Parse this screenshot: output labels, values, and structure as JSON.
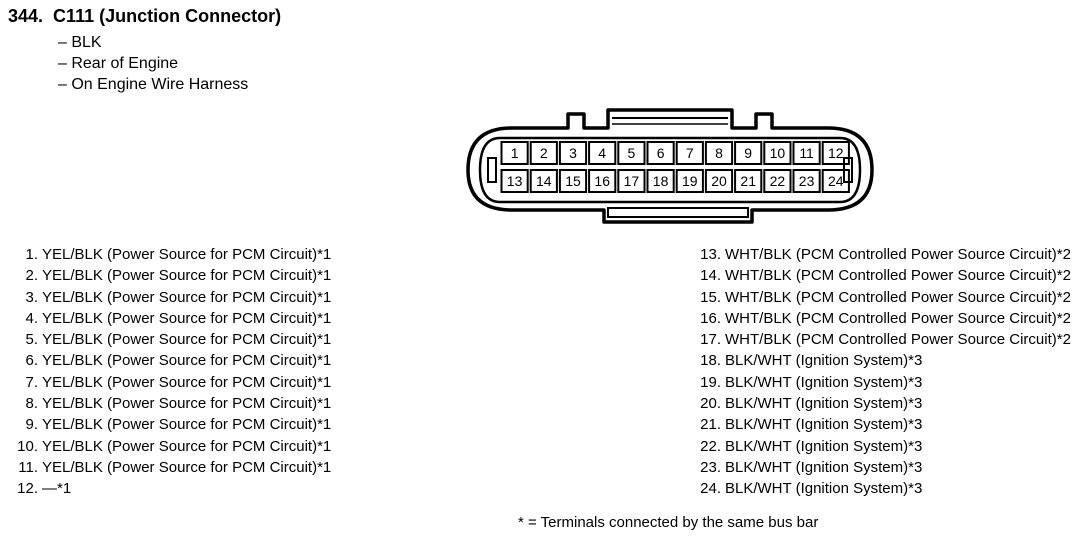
{
  "header": {
    "number": "344.",
    "connector": "C111 (Junction Connector)"
  },
  "details": [
    "– BLK",
    "– Rear of Engine",
    "– On Engine Wire Harness"
  ],
  "connector": {
    "top_row": [
      "1",
      "2",
      "3",
      "4",
      "5",
      "6",
      "7",
      "8",
      "9",
      "10",
      "11",
      "12"
    ],
    "bottom_row": [
      "13",
      "14",
      "15",
      "16",
      "17",
      "18",
      "19",
      "20",
      "21",
      "22",
      "23",
      "24"
    ]
  },
  "pins_left": [
    {
      "num": "1.",
      "desc": "YEL/BLK (Power Source for PCM Circuit)*1"
    },
    {
      "num": "2.",
      "desc": "YEL/BLK (Power Source for PCM Circuit)*1"
    },
    {
      "num": "3.",
      "desc": "YEL/BLK (Power Source for PCM Circuit)*1"
    },
    {
      "num": "4.",
      "desc": "YEL/BLK (Power Source for PCM Circuit)*1"
    },
    {
      "num": "5.",
      "desc": "YEL/BLK (Power Source for PCM Circuit)*1"
    },
    {
      "num": "6.",
      "desc": "YEL/BLK (Power Source for PCM Circuit)*1"
    },
    {
      "num": "7.",
      "desc": "YEL/BLK (Power Source for PCM Circuit)*1"
    },
    {
      "num": "8.",
      "desc": "YEL/BLK (Power Source for PCM Circuit)*1"
    },
    {
      "num": "9.",
      "desc": "YEL/BLK (Power Source for PCM Circuit)*1"
    },
    {
      "num": "10.",
      "desc": "YEL/BLK (Power Source for PCM Circuit)*1"
    },
    {
      "num": "11.",
      "desc": "YEL/BLK (Power Source for PCM Circuit)*1"
    },
    {
      "num": "12.",
      "desc": "—*1"
    }
  ],
  "pins_right": [
    {
      "num": "13.",
      "desc": "WHT/BLK (PCM Controlled Power Source Circuit)*2"
    },
    {
      "num": "14.",
      "desc": "WHT/BLK (PCM Controlled Power Source Circuit)*2"
    },
    {
      "num": "15.",
      "desc": "WHT/BLK (PCM Controlled Power Source Circuit)*2"
    },
    {
      "num": "16.",
      "desc": "WHT/BLK (PCM Controlled Power Source Circuit)*2"
    },
    {
      "num": "17.",
      "desc": "WHT/BLK (PCM Controlled Power Source Circuit)*2"
    },
    {
      "num": "18.",
      "desc": "BLK/WHT (Ignition System)*3"
    },
    {
      "num": "19.",
      "desc": "BLK/WHT (Ignition System)*3"
    },
    {
      "num": "20.",
      "desc": "BLK/WHT (Ignition System)*3"
    },
    {
      "num": "21.",
      "desc": "BLK/WHT (Ignition System)*3"
    },
    {
      "num": "22.",
      "desc": "BLK/WHT (Ignition System)*3"
    },
    {
      "num": "23.",
      "desc": "BLK/WHT (Ignition System)*3"
    },
    {
      "num": "24.",
      "desc": "BLK/WHT (Ignition System)*3"
    }
  ],
  "footnote": "* = Terminals connected by the same bus bar"
}
